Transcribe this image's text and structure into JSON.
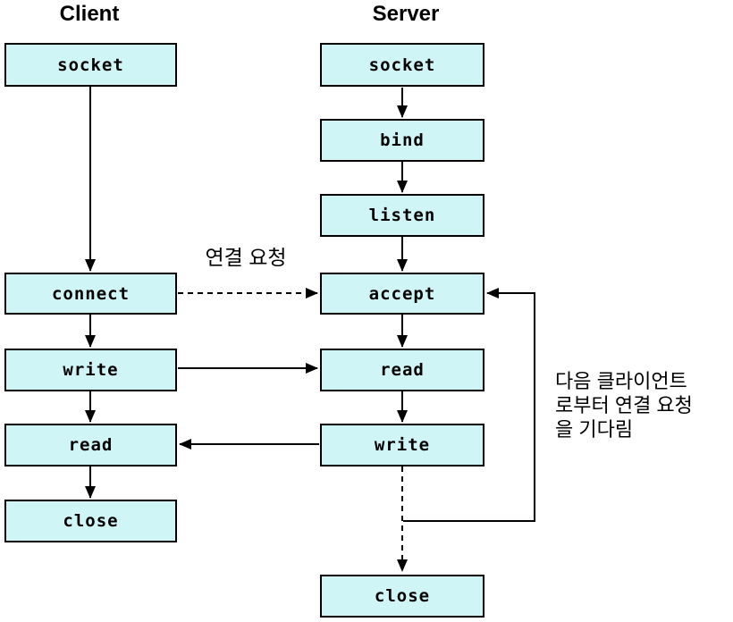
{
  "client": {
    "title": "Client",
    "steps": [
      "socket",
      "connect",
      "write",
      "read",
      "close"
    ]
  },
  "server": {
    "title": "Server",
    "steps": [
      "socket",
      "bind",
      "listen",
      "accept",
      "read",
      "write",
      "close"
    ]
  },
  "labels": {
    "connection_request": "연결 요청",
    "wait_note": [
      "다음 클라이언트",
      "로부터 연결 요청",
      "을 기다림"
    ]
  },
  "edges": [
    "client.socket->client.connect",
    "client.connect->client.write",
    "client.write->client.read",
    "client.read->client.close",
    "server.socket->server.bind",
    "server.bind->server.listen",
    "server.listen->server.accept",
    "server.accept->server.read",
    "server.read->server.write",
    "client.connect-->server.accept (dashed, 연결 요청)",
    "client.write->server.read",
    "server.write->client.read",
    "server.write-->server.close (dashed)",
    "server.write->server.accept (loop)"
  ],
  "colors": {
    "box_fill": "#cff5f6",
    "box_border": "#000000",
    "arrow": "#000000",
    "text": "#000000"
  }
}
